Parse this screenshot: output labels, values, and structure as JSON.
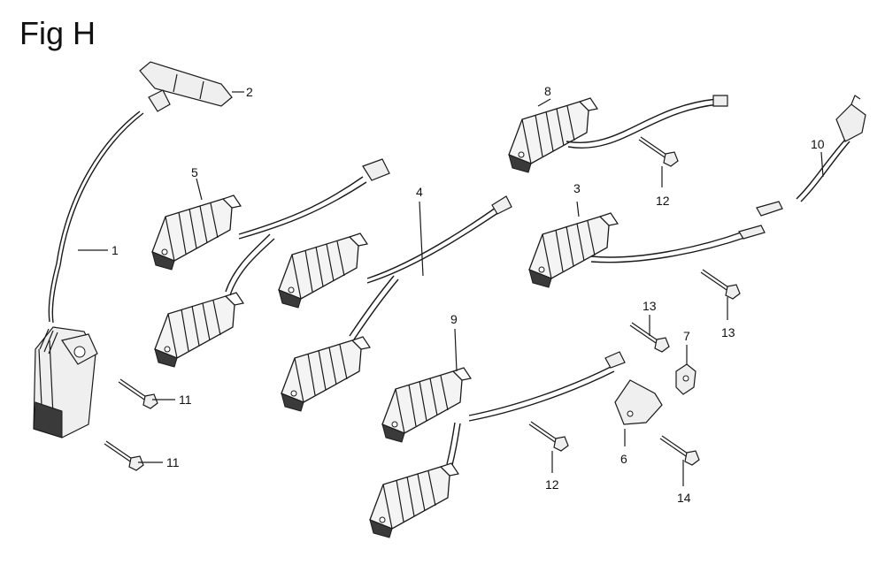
{
  "title": "Fig H",
  "callouts": {
    "c1": "1",
    "c2": "2",
    "c3": "3",
    "c4": "4",
    "c5": "5",
    "c6": "6",
    "c7": "7",
    "c8": "8",
    "c9": "9",
    "c10": "10",
    "c11a": "11",
    "c11b": "11",
    "c12a": "12",
    "c12b": "12",
    "c13a": "13",
    "c13b": "13",
    "c14": "14"
  }
}
